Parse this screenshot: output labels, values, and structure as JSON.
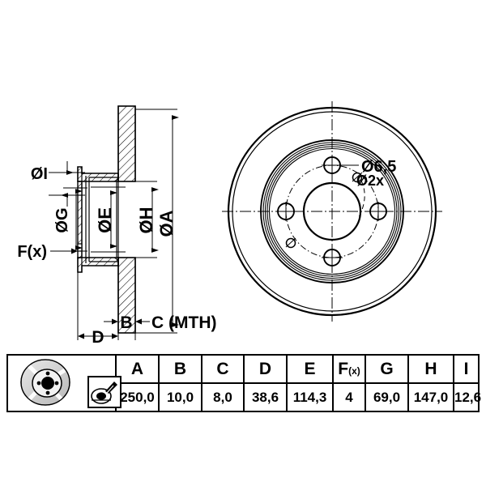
{
  "document": {
    "type": "technical-drawing",
    "subject": "brake-disc",
    "background_color": "#ffffff",
    "line_color": "#000000"
  },
  "section_view": {
    "name": "cross-section-view",
    "labels": {
      "dia_i": "ØI",
      "dia_g": "ØG",
      "dia_e": "ØE",
      "dia_h": "ØH",
      "dia_a": "ØA",
      "f_x": "F(x)",
      "b": "B",
      "c": "C (MTH)",
      "d": "D"
    }
  },
  "face_view": {
    "name": "face-view",
    "annotations": {
      "hole_dia": "Ø6,5",
      "hole_count": "Ø2x"
    }
  },
  "spec_table": {
    "icons": {
      "disc": "brake-disc-icon",
      "tool": "measuring-tool-icon"
    },
    "headers": [
      "A",
      "B",
      "C",
      "D",
      "E",
      "F",
      "G",
      "H",
      "I"
    ],
    "f_superscript": "(x)",
    "values": [
      "250,0",
      "10,0",
      "8,0",
      "38,6",
      "114,3",
      "4",
      "69,0",
      "147,0",
      "12,6"
    ]
  }
}
